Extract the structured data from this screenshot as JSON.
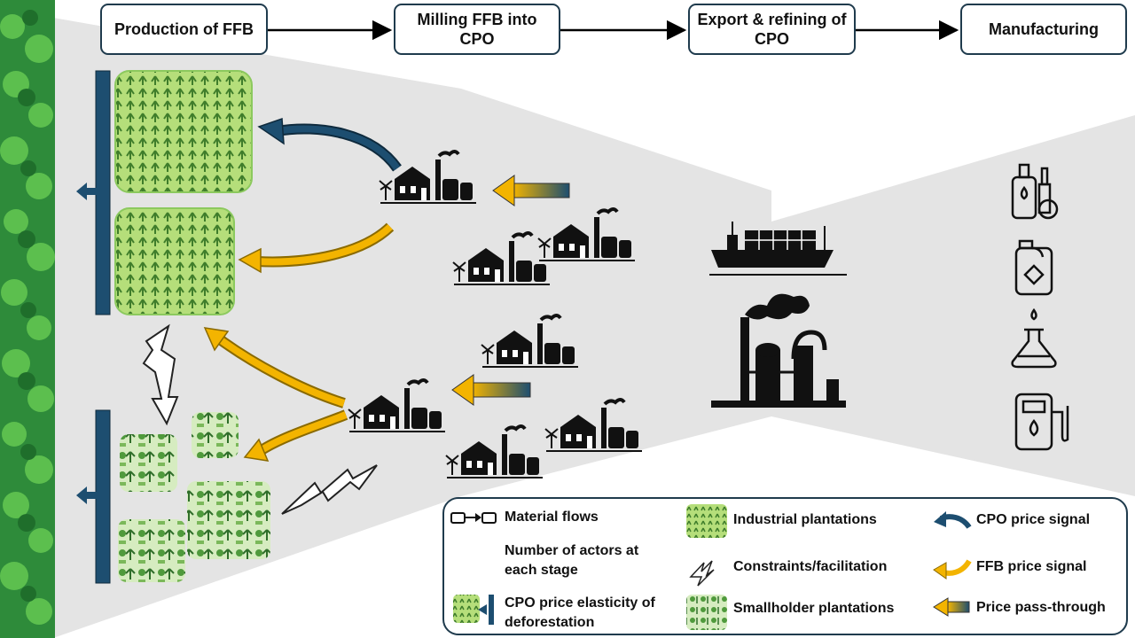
{
  "stages": [
    {
      "label": "Production of FFB"
    },
    {
      "label": "Milling FFB into CPO"
    },
    {
      "label": "Export & refining of CPO"
    },
    {
      "label": "Manufacturing"
    }
  ],
  "legend": {
    "material_flows": "Material flows",
    "number_of_actors": "Number of actors at each stage",
    "elasticity": "CPO price elasticity of deforestation",
    "industrial": "Industrial plantations",
    "constraints": "Constraints/facilitation",
    "smallholder": "Smallholder plantations",
    "cpo_signal": "CPO price signal",
    "ffb_signal": "FFB price signal",
    "pass_through": "Price pass-through"
  },
  "colors": {
    "forest_green": "#2e8b3a",
    "plantation_green": "#a8d86e",
    "signal_blue": "#1d4e70",
    "signal_yellow": "#f3b400",
    "funnel_gray": "#e4e4e4",
    "box_border": "#1f3b4d"
  },
  "icons": [
    "forest-icon",
    "mill-icon",
    "ship-icon",
    "refinery-icon",
    "cosmetics-icon",
    "detergent-icon",
    "chemistry-flask-icon",
    "fuel-pump-icon"
  ]
}
